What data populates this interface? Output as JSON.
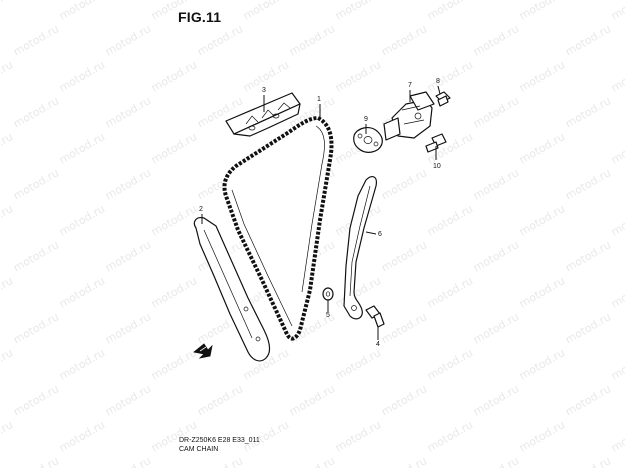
{
  "figure": {
    "title": "FIG.11",
    "caption_code": "DR-Z250K6 E28 E33_011",
    "caption_name": "CAM CHAIN"
  },
  "watermark": {
    "text": "motod.ru",
    "color": "#e9e9e9"
  },
  "callouts": [
    {
      "id": "1",
      "part": "cam-chain"
    },
    {
      "id": "2",
      "part": "chain-guide"
    },
    {
      "id": "3",
      "part": "chain-guide-upper"
    },
    {
      "id": "4",
      "part": "bolt"
    },
    {
      "id": "5",
      "part": "washer"
    },
    {
      "id": "6",
      "part": "tensioner-guide"
    },
    {
      "id": "7",
      "part": "chain-tensioner"
    },
    {
      "id": "8",
      "part": "cap-bolt"
    },
    {
      "id": "9",
      "part": "gasket"
    },
    {
      "id": "10",
      "part": "bolt"
    }
  ]
}
